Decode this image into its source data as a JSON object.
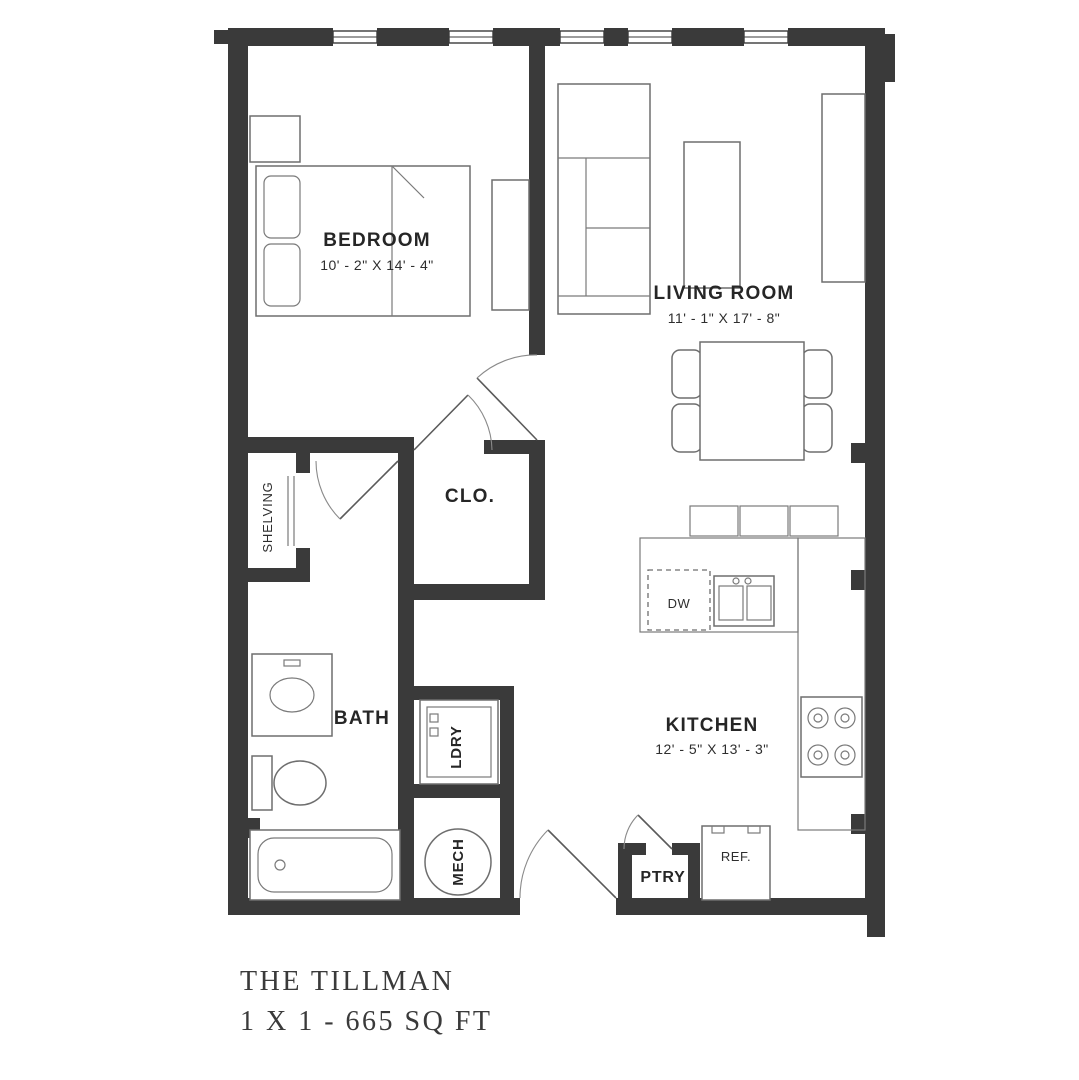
{
  "title": {
    "line1": "THE TILLMAN",
    "line2": "1 X 1 - 665 SQ FT"
  },
  "rooms": {
    "bedroom": {
      "name": "BEDROOM",
      "dims": "10' - 2\" X 14' - 4\""
    },
    "living_room": {
      "name": "LIVING ROOM",
      "dims": "11' - 1\" X 17' - 8\""
    },
    "kitchen": {
      "name": "KITCHEN",
      "dims": "12' - 5\" X 13' - 3\""
    },
    "bath": {
      "name": "BATH"
    },
    "closet": {
      "name": "CLO."
    },
    "shelving": {
      "name": "SHELVING"
    },
    "laundry": {
      "name": "LDRY"
    },
    "mechanical": {
      "name": "MECH"
    },
    "pantry": {
      "name": "PTRY"
    }
  },
  "appliances": {
    "refrigerator": "REF.",
    "dishwasher": "DW"
  },
  "colors": {
    "wall": "#3a3a3a",
    "fixture_line": "#6e6e6e",
    "text": "#262626"
  }
}
